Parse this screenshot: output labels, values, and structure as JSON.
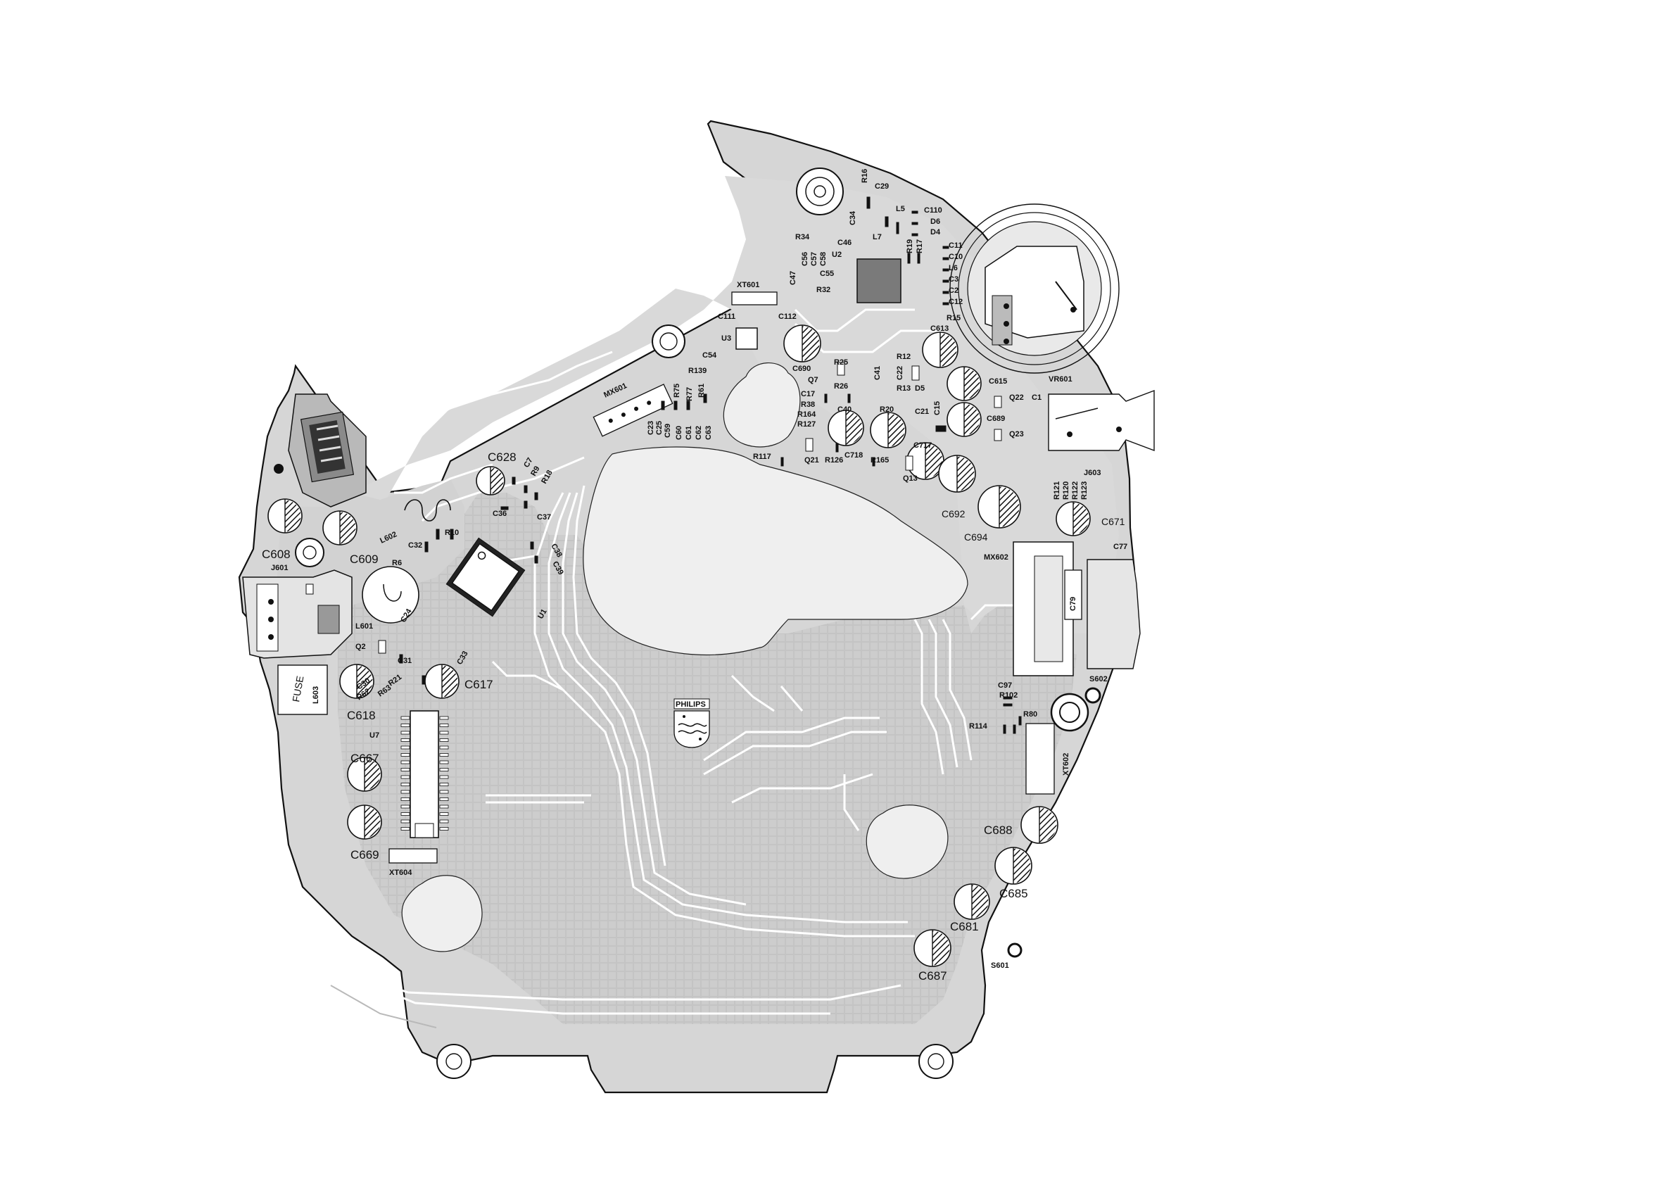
{
  "labels": {
    "c628": "C628",
    "c608": "C608",
    "c609": "C609",
    "j601": "J601",
    "l602": "L602",
    "l601": "L601",
    "q2": "Q2",
    "fuse": "FUSE",
    "l603": "L603",
    "c618": "C618",
    "c617": "C617",
    "u7": "U7",
    "c667": "C667",
    "c669": "C669",
    "xt604": "XT604",
    "u1": "U1",
    "c24": "C24",
    "c31": "C31",
    "c33": "C33",
    "c30": "C30",
    "r21": "R21",
    "r62": "R62",
    "r63": "R63",
    "c32": "C32",
    "r10": "R10",
    "r6": "R6",
    "c36": "C36",
    "c37": "C37",
    "c38": "C38",
    "c39": "C39",
    "c7": "C7",
    "r9": "R9",
    "r18": "R18",
    "mx601": "MX601",
    "xt601": "XT601",
    "u3": "U3",
    "c111": "C111",
    "c112": "C112",
    "c54": "C54",
    "r139": "R139",
    "r75": "R75",
    "r77": "R77",
    "r61": "R61",
    "c23": "C23",
    "c25": "C25",
    "c59": "C59",
    "c60": "C60",
    "c61": "C61",
    "c62": "C62",
    "c63": "C63",
    "r34": "R34",
    "r16": "R16",
    "c29": "C29",
    "l5": "L5",
    "c110": "C110",
    "d6": "D6",
    "d4": "D4",
    "c34": "C34",
    "c46": "C46",
    "l7": "L7",
    "r19": "R19",
    "r17": "R17",
    "c11": "C11",
    "c10": "C10",
    "l6": "L6",
    "c3": "C3",
    "c2": "C2",
    "c12": "C12",
    "r15": "R15",
    "c613": "C613",
    "c56": "C56",
    "c57": "C57",
    "c58": "C58",
    "u2": "U2",
    "c47": "C47",
    "c55": "C55",
    "r32": "R32",
    "c690": "C690",
    "q7": "Q7",
    "r25": "R25",
    "r26": "R26",
    "c41": "C41",
    "c22": "C22",
    "r12": "R12",
    "r13": "R13",
    "d5": "D5",
    "c17": "C17",
    "r38": "R38",
    "r164": "R164",
    "r127": "R127",
    "c40": "C40",
    "r20": "R20",
    "c21": "C21",
    "c15": "C15",
    "c615": "C615",
    "q22": "Q22",
    "c1": "C1",
    "c689": "C689",
    "q23": "Q23",
    "r117": "R117",
    "q21": "Q21",
    "r126": "R126",
    "c718": "C718",
    "r165": "R165",
    "c717": "C717",
    "q13": "Q13",
    "vr601": "VR601",
    "j603": "J603",
    "r121": "R121",
    "r120": "R120",
    "r122": "R122",
    "r123": "R123",
    "c692": "C692",
    "c694": "C694",
    "c671": "C671",
    "mx602": "MX602",
    "c77": "C77",
    "c79": "C79",
    "s602": "S602",
    "c97": "C97",
    "r102": "R102",
    "r80": "R80",
    "r114": "R114",
    "xt602": "XT602",
    "c688": "C688",
    "c685": "C685",
    "c681": "C681",
    "c687": "C687",
    "s601": "S601",
    "philips": "PHILIPS"
  }
}
